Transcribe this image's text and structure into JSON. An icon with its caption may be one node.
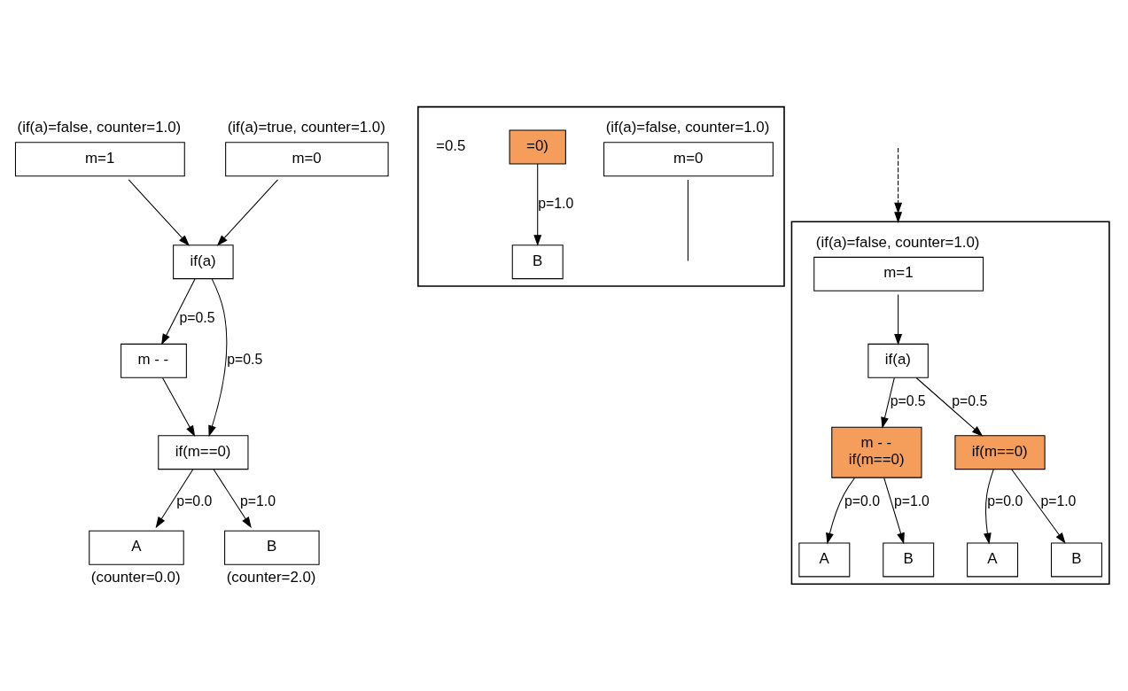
{
  "diagram": {
    "nodes": [
      {
        "text": [
          "m=1"
        ],
        "beside": [
          "(if(a)=false, counter=1.0)"
        ]
      },
      {
        "text": [
          "m=0"
        ],
        "beside": [
          "(if(a)=true, counter=1.0)"
        ]
      },
      {
        "text": [
          "if(a)"
        ]
      },
      {
        "text": [
          "m - -"
        ]
      },
      {
        "text": [
          "if(m==0)"
        ]
      },
      {
        "text": [
          "A"
        ],
        "beside": [
          "(counter=0.0)"
        ]
      },
      {
        "text": [
          "B"
        ],
        "beside": [
          "(counter=2.0)"
        ]
      },
      {
        "text": [],
        "shape": "box"
      },
      {
        "text": [
          "m=0"
        ],
        "beside": [
          "(if(a)=false, counter=1.0)"
        ],
        "in": 7
      },
      {
        "text": [
          "=0)"
        ],
        "in": 7
      },
      {
        "text": [
          "B"
        ],
        "in": 7
      },
      {
        "text": [],
        "shape": "box"
      },
      {
        "text": [
          "m=1"
        ],
        "beside": [
          "(if(a)=false, counter=1.0)"
        ],
        "in": 11
      },
      {
        "text": [
          "if(a)"
        ],
        "in": 11
      },
      {
        "text": [
          "m - -",
          "if(m==0)"
        ],
        "in": 11
      },
      {
        "text": [
          "if(m==0)"
        ],
        "in": 11
      },
      {
        "text": [
          "A"
        ],
        "in": 11
      },
      {
        "text": [
          "B"
        ],
        "in": 11
      },
      {
        "text": [
          "A"
        ],
        "in": 11
      },
      {
        "text": [
          "B"
        ],
        "in": 11
      }
    ],
    "edges": [
      {
        "from": 0,
        "to": 2,
        "arrow": "to"
      },
      {
        "from": 1,
        "to": 2,
        "arrow": "to"
      },
      {
        "from": 2,
        "to": 3,
        "arrow": "to",
        "label": "p=0.5"
      },
      {
        "from": 2,
        "to": 4,
        "arrow": "to",
        "label": "p=0.5"
      },
      {
        "from": 3,
        "to": 4,
        "arrow": "to"
      },
      {
        "from": 4,
        "to": 5,
        "arrow": "to",
        "label": "p=0.0"
      },
      {
        "from": 4,
        "to": 6,
        "arrow": "to",
        "label": "p=1.0"
      },
      {
        "from": null,
        "to": 11,
        "arrow": "to",
        "style": "dashed"
      },
      {
        "from": 8,
        "to": null,
        "arrow": "none"
      },
      {
        "from": 9,
        "to": 10,
        "arrow": "to",
        "label": "p=1.0"
      },
      {
        "from": 12,
        "to": 13,
        "arrow": "to"
      },
      {
        "from": 13,
        "to": 14,
        "arrow": "to",
        "label": "p=0.5"
      },
      {
        "from": 13,
        "to": 15,
        "arrow": "to",
        "label": "p=0.5"
      },
      {
        "from": 14,
        "to": 16,
        "arrow": "to",
        "label": "p=0.0"
      },
      {
        "from": 14,
        "to": 17,
        "arrow": "to",
        "label": "p=1.0"
      },
      {
        "from": 15,
        "to": 18,
        "arrow": "to",
        "label": "p=0.0"
      },
      {
        "from": 15,
        "to": 19,
        "arrow": "to",
        "label": "p=1.0"
      }
    ],
    "labels": [
      "=0.5"
    ]
  }
}
